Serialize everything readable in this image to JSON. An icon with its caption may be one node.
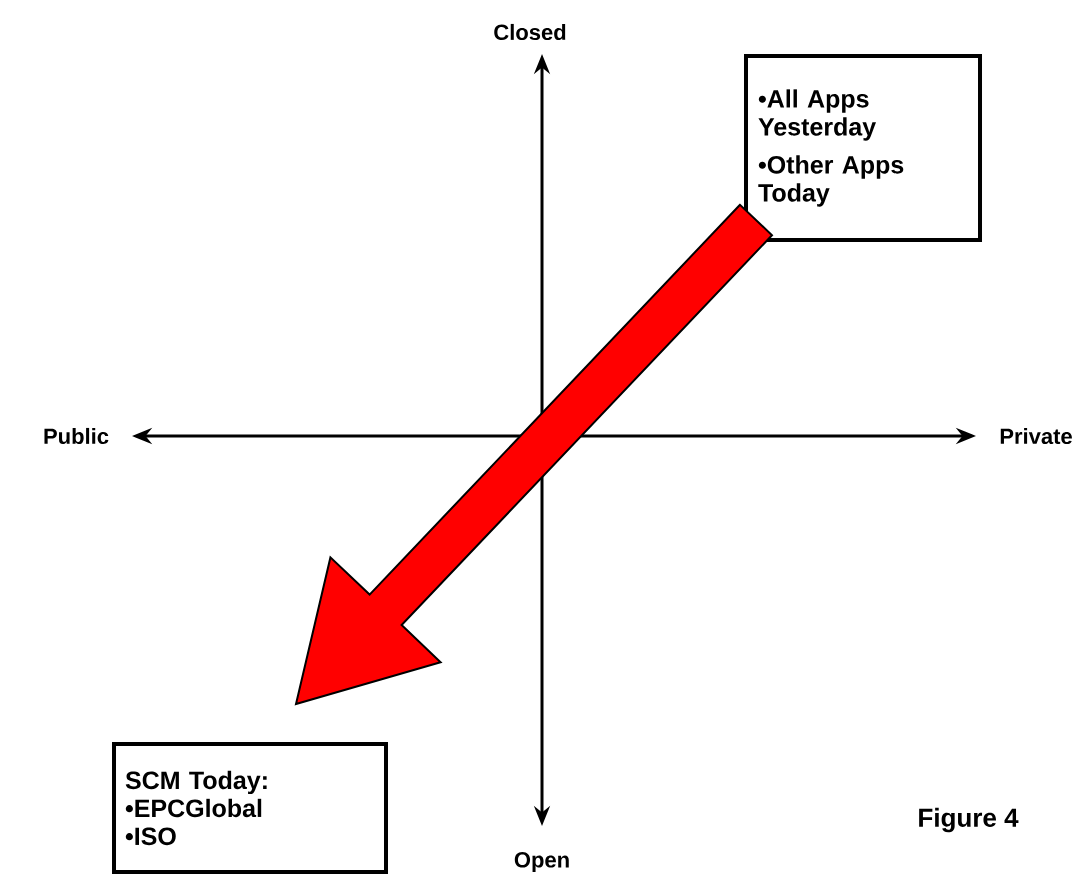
{
  "diagram": {
    "nodes": [
      {
        "text": [
          "•All Apps Yesterday",
          "•Other Apps Today"
        ]
      },
      {
        "text": [
          "SCM Today:",
          "•EPCGlobal",
          "•ISO"
        ]
      }
    ],
    "edges": [
      {
        "from": 0,
        "to": 1,
        "arrow": "to",
        "style": "thick",
        "color": "#ff0000"
      }
    ],
    "labels": [
      "Closed",
      "Public",
      "Private",
      "Open",
      "Figure 4"
    ]
  }
}
